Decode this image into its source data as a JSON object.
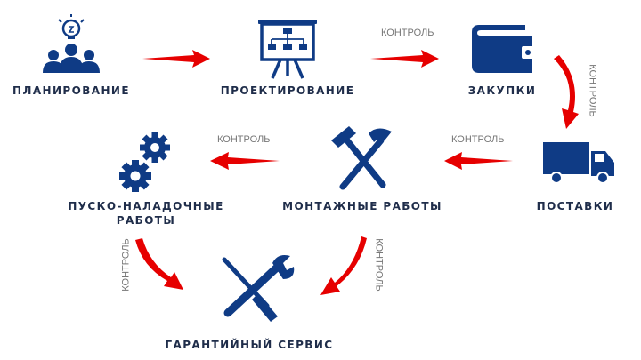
{
  "colors": {
    "icon": "#0f3b85",
    "arrow": "#e60000",
    "label": "#1f2d4a",
    "control": "#777777"
  },
  "stages": {
    "planning": {
      "label": "ПЛАНИРОВАНИЕ",
      "icon": "team-idea-icon"
    },
    "design": {
      "label": "ПРОЕКТИРОВАНИЕ",
      "icon": "presentation-board-icon"
    },
    "purchasing": {
      "label": "ЗАКУПКИ",
      "icon": "wallet-icon"
    },
    "delivery": {
      "label": "ПОСТАВКИ",
      "icon": "truck-icon"
    },
    "installation": {
      "label": "МОНТАЖНЫЕ РАБОТЫ",
      "icon": "hammers-icon"
    },
    "commissioning": {
      "line1": "ПУСКО-НАЛАДОЧНЫЕ",
      "line2": "РАБОТЫ",
      "icon": "gears-icon"
    },
    "warranty": {
      "label": "ГАРАНТИЙНЫЙ СЕРВИС",
      "icon": "wrench-screwdriver-icon"
    }
  },
  "arrows": {
    "design_to_purchasing": "КОНТРОЛЬ",
    "purchasing_to_delivery": "КОНТРОЛЬ",
    "delivery_to_installation": "КОНТРОЛЬ",
    "installation_to_commissioning": "КОНТРОЛЬ",
    "commissioning_to_warranty": "КОНТРОЛЬ",
    "installation_to_warranty": "КОНТРОЛЬ"
  }
}
